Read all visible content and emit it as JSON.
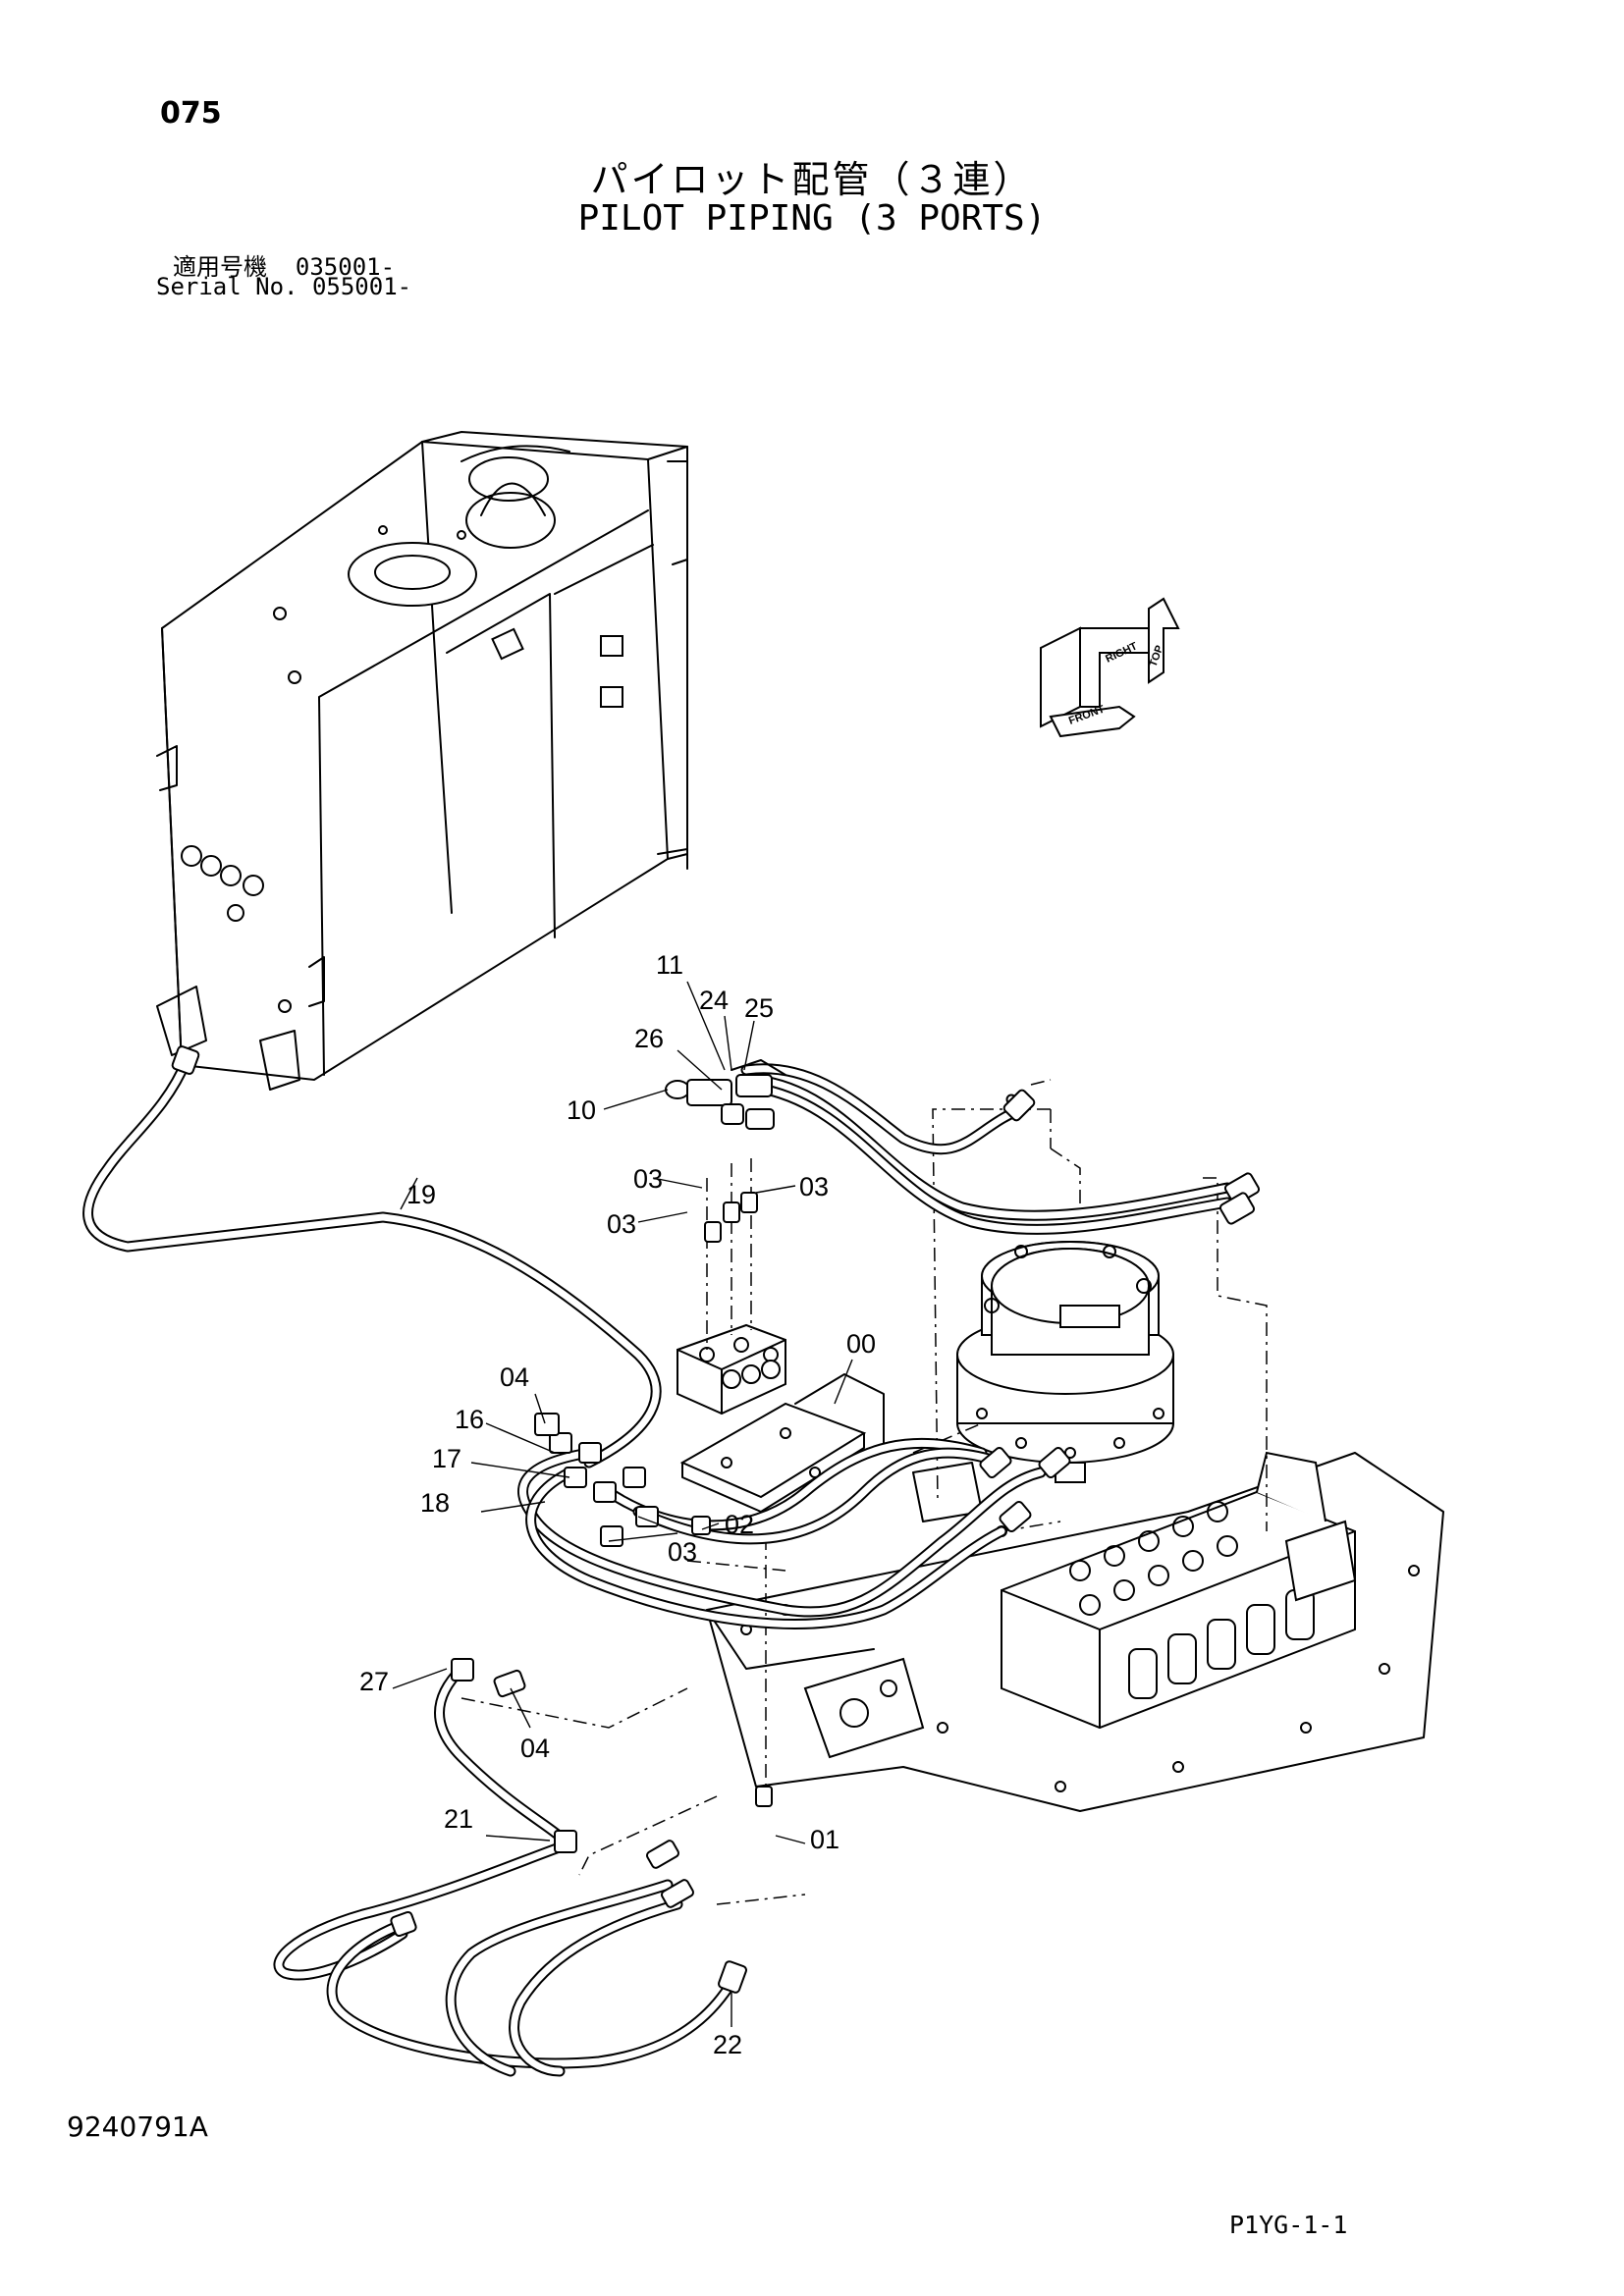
{
  "header": {
    "page_number": "075",
    "title_jp": "パイロット配管（３連）",
    "title_en": "PILOT PIPING (3 PORTS)",
    "serial_jp": "適用号機  035001-",
    "serial_en": "Serial No. 055001-"
  },
  "orientation": {
    "labels": [
      "TOP",
      "RIGHT",
      "FRONT"
    ]
  },
  "callouts": [
    {
      "id": "c-11",
      "label": "11"
    },
    {
      "id": "c-24",
      "label": "24"
    },
    {
      "id": "c-25",
      "label": "25"
    },
    {
      "id": "c-26",
      "label": "26"
    },
    {
      "id": "c-10",
      "label": "10"
    },
    {
      "id": "c-19",
      "label": "19"
    },
    {
      "id": "c-03a",
      "label": "03"
    },
    {
      "id": "c-03b",
      "label": "03"
    },
    {
      "id": "c-03c",
      "label": "03"
    },
    {
      "id": "c-00",
      "label": "00"
    },
    {
      "id": "c-04a",
      "label": "04"
    },
    {
      "id": "c-16",
      "label": "16"
    },
    {
      "id": "c-17",
      "label": "17"
    },
    {
      "id": "c-18",
      "label": "18"
    },
    {
      "id": "c-02",
      "label": "02"
    },
    {
      "id": "c-03d",
      "label": "03"
    },
    {
      "id": "c-27",
      "label": "27"
    },
    {
      "id": "c-04b",
      "label": "04"
    },
    {
      "id": "c-01",
      "label": "01"
    },
    {
      "id": "c-21",
      "label": "21"
    },
    {
      "id": "c-22",
      "label": "22"
    }
  ],
  "footer": {
    "doc_number": "9240791A",
    "page_code": "P1YG-1-1"
  }
}
